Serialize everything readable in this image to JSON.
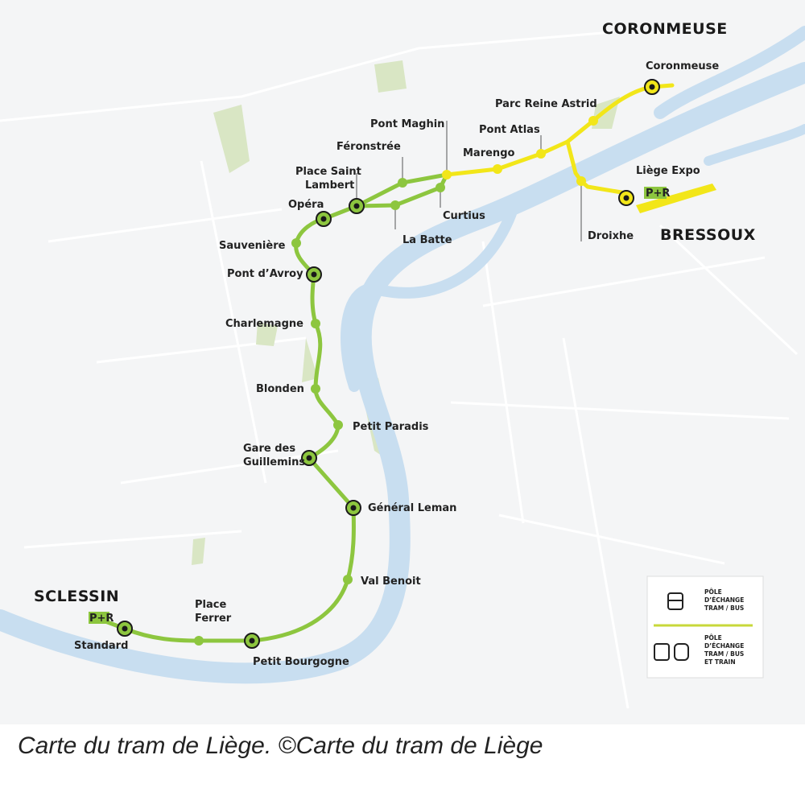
{
  "districts": {
    "coronmeuse": "CORONMEUSE",
    "bressoux": "BRESSOUX",
    "sclessin": "SCLESSIN"
  },
  "stations": [
    {
      "name": "Coronmeuse",
      "line": "yellow",
      "pole": true
    },
    {
      "name": "Parc Reine Astrid",
      "line": "yellow"
    },
    {
      "name": "Pont Atlas",
      "line": "yellow"
    },
    {
      "name": "Marengo",
      "line": "yellow"
    },
    {
      "name": "Pont Maghin",
      "line": "yellow"
    },
    {
      "name": "Curtius",
      "line": "green"
    },
    {
      "name": "Féronstrée",
      "line": "green"
    },
    {
      "name": "La Batte",
      "line": "green"
    },
    {
      "name": "Place Saint",
      "name2": "Lambert",
      "line": "green",
      "pole": true
    },
    {
      "name": "Opéra",
      "line": "green",
      "pole": true
    },
    {
      "name": "Sauvenière",
      "line": "green"
    },
    {
      "name": "Pont d’Avroy",
      "line": "green",
      "pole": true
    },
    {
      "name": "Charlemagne",
      "line": "green"
    },
    {
      "name": "Blonden",
      "line": "green"
    },
    {
      "name": "Petit Paradis",
      "line": "green"
    },
    {
      "name": "Gare des",
      "name2": "Guillemins",
      "line": "green",
      "pole": true
    },
    {
      "name": "Général Leman",
      "line": "green",
      "pole": true
    },
    {
      "name": "Val Benoit",
      "line": "green"
    },
    {
      "name": "Place",
      "name2": "Ferrer",
      "line": "green"
    },
    {
      "name": "Petit Bourgogne",
      "line": "green",
      "pole": true
    },
    {
      "name": "Standard",
      "line": "green",
      "pole": true
    },
    {
      "name": "Droixhe",
      "line": "yellow"
    },
    {
      "name": "Liège Expo",
      "line": "yellow",
      "pole": true
    }
  ],
  "park_ride": "P+R",
  "legend": {
    "item1": [
      "PÔLE",
      "D’ÉCHANGE",
      "TRAM / BUS"
    ],
    "item2": [
      "PÔLE",
      "D’ÉCHANGE",
      "TRAM / BUS",
      "ET TRAIN"
    ]
  },
  "colors": {
    "green": "#8dc63f",
    "yellow": "#f2e619",
    "river": "#c8def0",
    "park": "#d9e6c4"
  },
  "caption": "Carte du tram de Liège. ©Carte du tram de Liège"
}
